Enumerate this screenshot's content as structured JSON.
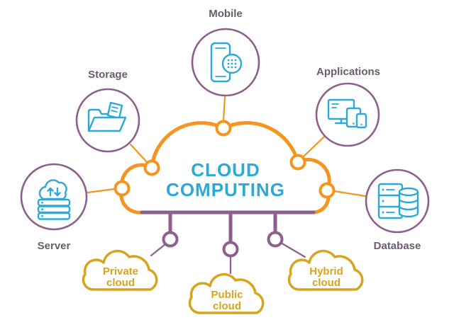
{
  "diagram": {
    "title": {
      "line1": "CLOUD",
      "line2": "COMPUTING"
    },
    "nodes": {
      "mobile": "Mobile",
      "storage": "Storage",
      "applications": "Applications",
      "server": "Server",
      "database": "Database"
    },
    "clouds": {
      "private": {
        "line1": "Private",
        "line2": "cloud"
      },
      "public": {
        "line1": "Public",
        "line2": "cloud"
      },
      "hybrid": {
        "line1": "Hybrid",
        "line2": "cloud"
      }
    },
    "colors": {
      "orange": "#F5941F",
      "purple": "#8E5F8C",
      "teal": "#2BA9D8",
      "gold": "#D8A41E",
      "label": "#6B5D6E"
    }
  }
}
